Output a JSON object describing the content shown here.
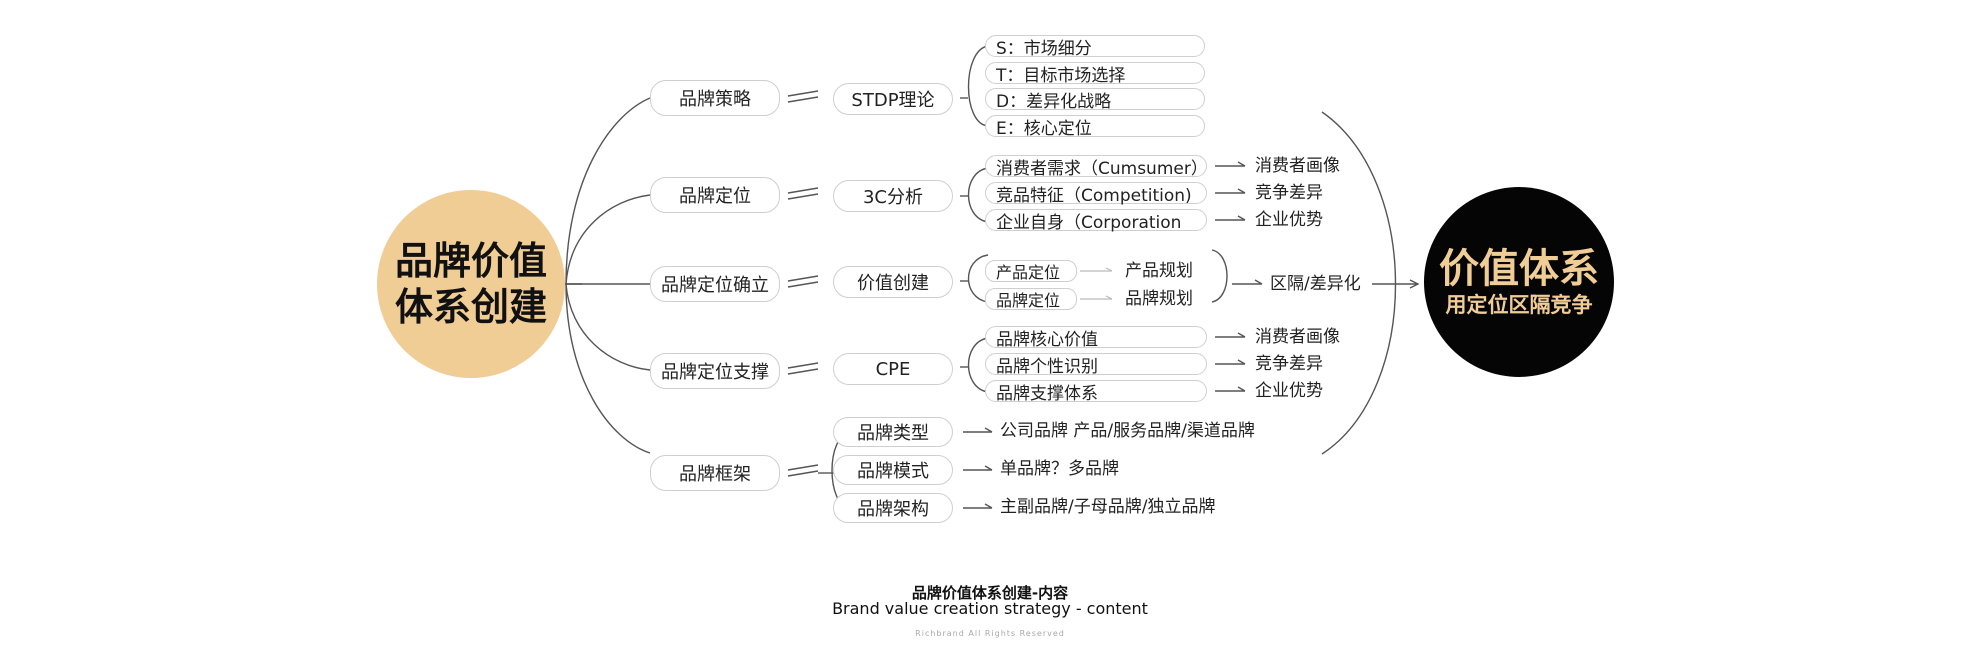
{
  "center": {
    "line1": "品牌价值",
    "line2": "体系创建"
  },
  "right": {
    "title": "价值体系",
    "subtitle": "用定位区隔竞争"
  },
  "level1": [
    "品牌策略",
    "品牌定位",
    "品牌定位确立",
    "品牌定位支撑",
    "品牌框架"
  ],
  "level2": [
    "STDP理论",
    "3C分析",
    "价值创建",
    "CPE"
  ],
  "frame_items": [
    "品牌类型",
    "品牌模式",
    "品牌架构"
  ],
  "stdp_items": [
    "S：市场细分",
    "T：目标市场选择",
    "D：差异化战略",
    "E：核心定位"
  ],
  "c3_items": [
    "消费者需求（Cumsumer）",
    "竞品特征（Competition)",
    "企业自身（Corporation"
  ],
  "c3_results": [
    "消费者画像",
    "竞争差异",
    "企业优势"
  ],
  "value_items": [
    "产品定位",
    "品牌定位"
  ],
  "value_results": [
    "产品规划",
    "品牌规划"
  ],
  "value_outcome": "区隔/差异化",
  "cpe_items": [
    "品牌核心价值",
    "品牌个性识别",
    "品牌支撑体系"
  ],
  "cpe_results": [
    "消费者画像",
    "竞争差异",
    "企业优势"
  ],
  "frame_results": [
    "公司品牌  产品/服务品牌/渠道品牌",
    "单品牌？多品牌",
    "主副品牌/子母品牌/独立品牌"
  ],
  "footer": {
    "cn": "品牌价值体系创建-内容",
    "en": "Brand value creation strategy - content",
    "rights": "Richbrand All Rights Reserved"
  }
}
